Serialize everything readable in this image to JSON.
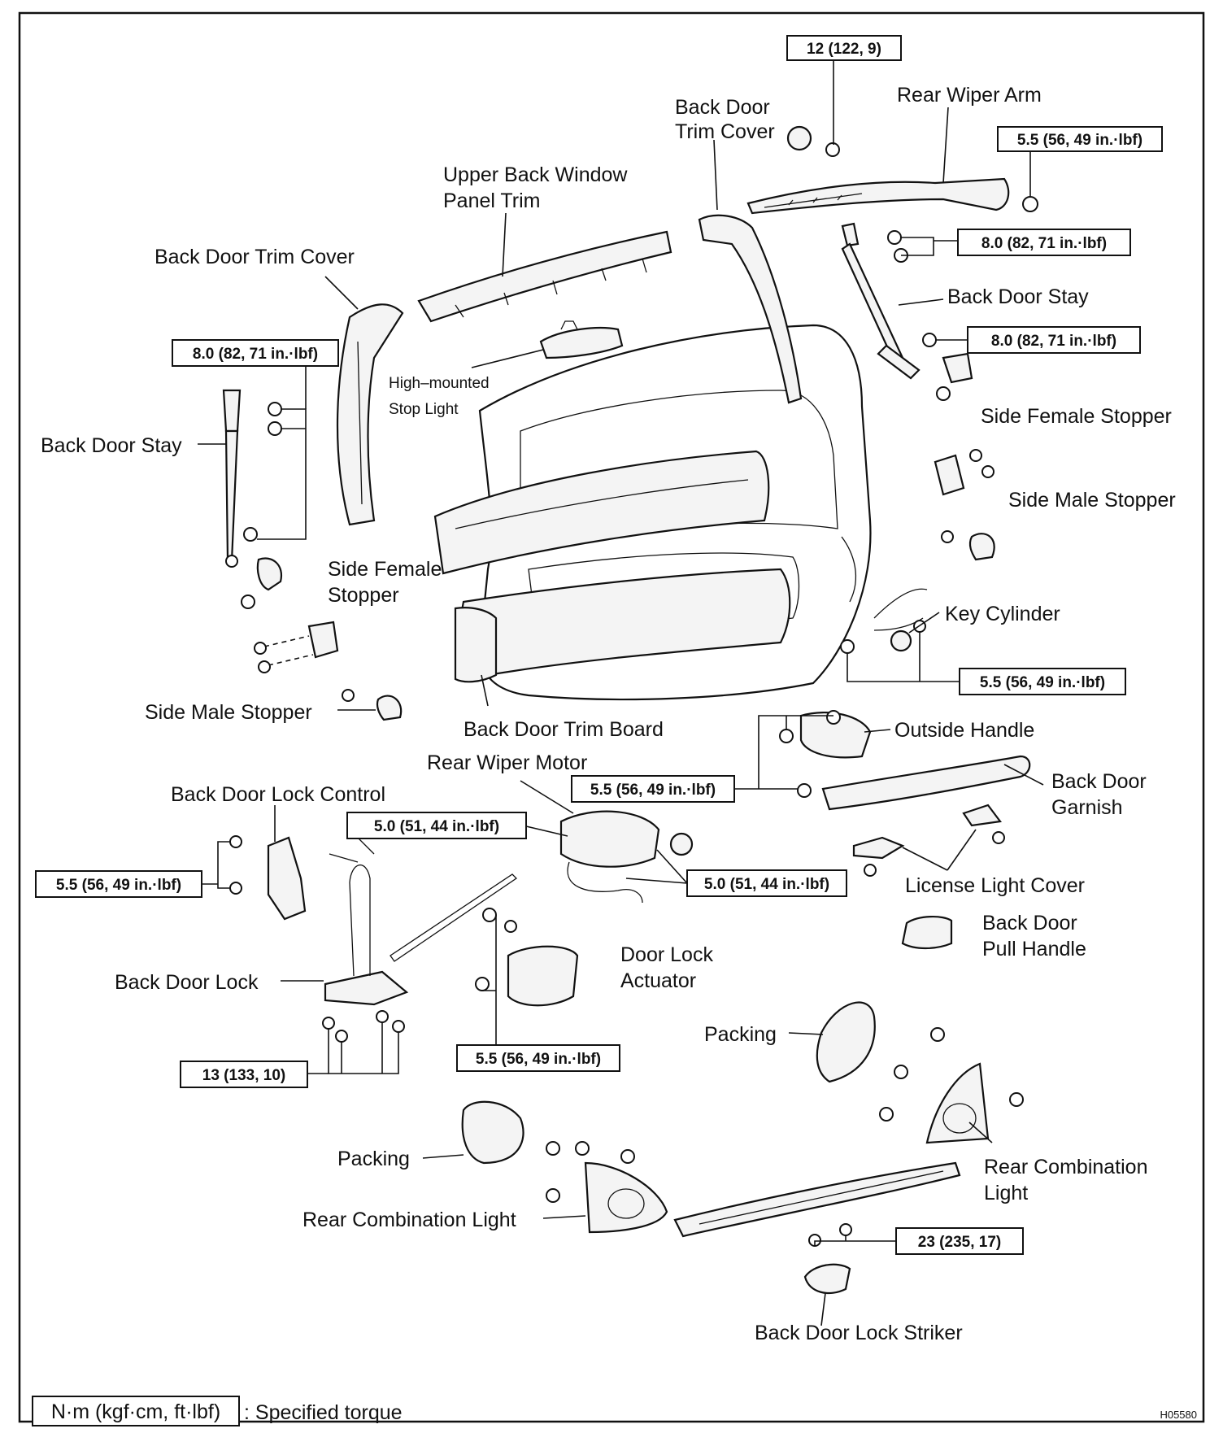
{
  "labels": {
    "back_door_trim_cover_top": "Back Door",
    "back_door_trim_cover_top_2": "Trim Cover",
    "rear_wiper_arm": "Rear Wiper Arm",
    "upper_back_window_1": "Upper Back Window",
    "upper_back_window_2": "Panel Trim",
    "back_door_trim_cover_left": "Back Door Trim Cover",
    "back_door_stay_right": "Back Door Stay",
    "high_mounted_1": "High–mounted",
    "high_mounted_2": "Stop Light",
    "back_door_stay_left": "Back Door Stay",
    "side_female_stopper_right": "Side Female Stopper",
    "side_male_stopper_right": "Side Male Stopper",
    "side_female_stopper_left_1": "Side Female",
    "side_female_stopper_left_2": "Stopper",
    "key_cylinder": "Key Cylinder",
    "side_male_stopper_left": "Side Male Stopper",
    "back_door_trim_board": "Back Door Trim Board",
    "outside_handle": "Outside Handle",
    "rear_wiper_motor": "Rear Wiper Motor",
    "back_door_garnish_1": "Back Door",
    "back_door_garnish_2": "Garnish",
    "back_door_lock_control": "Back Door Lock Control",
    "license_light_cover": "License Light Cover",
    "back_door_pull_handle_1": "Back Door",
    "back_door_pull_handle_2": "Pull Handle",
    "door_lock_actuator_1": "Door Lock",
    "door_lock_actuator_2": "Actuator",
    "back_door_lock": "Back Door Lock",
    "packing_right": "Packing",
    "packing_left": "Packing",
    "rear_combination_light_right_1": "Rear Combination",
    "rear_combination_light_right_2": "Light",
    "rear_combination_light_left": "Rear Combination Light",
    "back_door_lock_striker": "Back Door Lock Striker"
  },
  "torques": {
    "wiper_pivot_nut": "12 (122, 9)",
    "wiper_arm_nut": "5.5 (56, 49 in.·lbf)",
    "stay_upper_right": "8.0 (82, 71 in.·lbf)",
    "stay_lower_right": "8.0 (82, 71 in.·lbf)",
    "stay_left": "8.0 (82, 71 in.·lbf)",
    "key_cylinder": "5.5 (56, 49 in.·lbf)",
    "outside_handle": "5.5 (56, 49 in.·lbf)",
    "wiper_motor_left": "5.0 (51, 44 in.·lbf)",
    "wiper_motor_right": "5.0 (51, 44 in.·lbf)",
    "lock_control": "5.5 (56, 49 in.·lbf)",
    "door_lock_actuator": "5.5 (56, 49 in.·lbf)",
    "back_door_lock": "13 (133, 10)",
    "striker": "23 (235, 17)"
  },
  "legend": {
    "unit": "N·m (kgf·cm, ft·lbf)",
    "text": ": Specified torque"
  },
  "figure_code": "H05580"
}
